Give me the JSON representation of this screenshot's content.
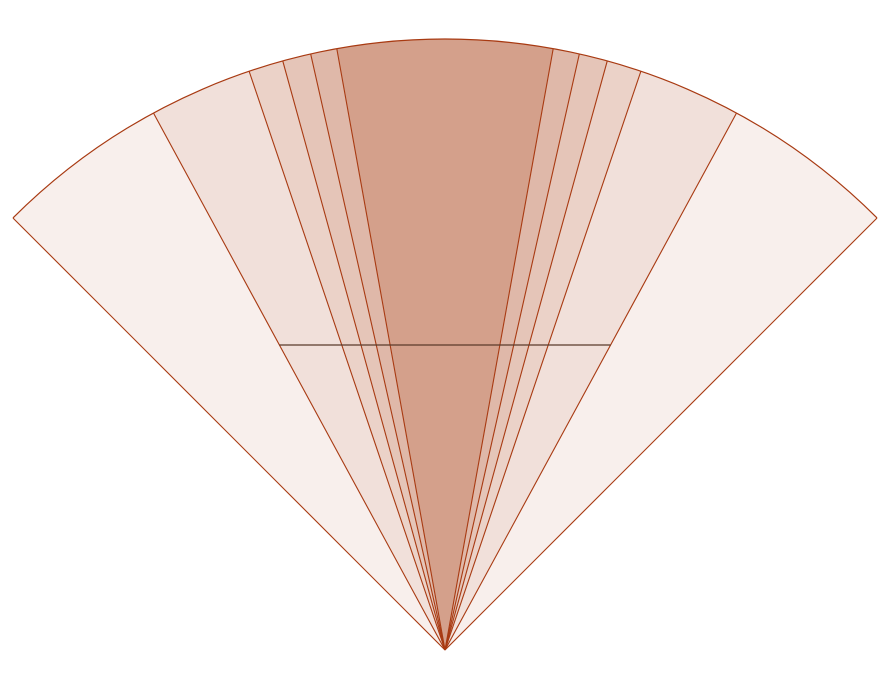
{
  "diagram": {
    "kind": "sector-fan",
    "symmetric": true,
    "total_angle_deg": 90,
    "boundary_angles_from_center_deg": [
      -45,
      -28.5,
      -18.7,
      -15.4,
      -12.7,
      -10.2,
      10.2,
      12.7,
      15.4,
      18.7,
      28.5,
      45
    ],
    "band_fill_levels": [
      0.13,
      0.25,
      0.37,
      0.48,
      0.58,
      0.78,
      0.58,
      0.48,
      0.37,
      0.25,
      0.13
    ],
    "has_horizontal_chord": true,
    "colors": {
      "stroke": "#a83a12",
      "chord": "#5a3a2a",
      "fill_base": "#c8856a",
      "background": "#ffffff"
    }
  }
}
